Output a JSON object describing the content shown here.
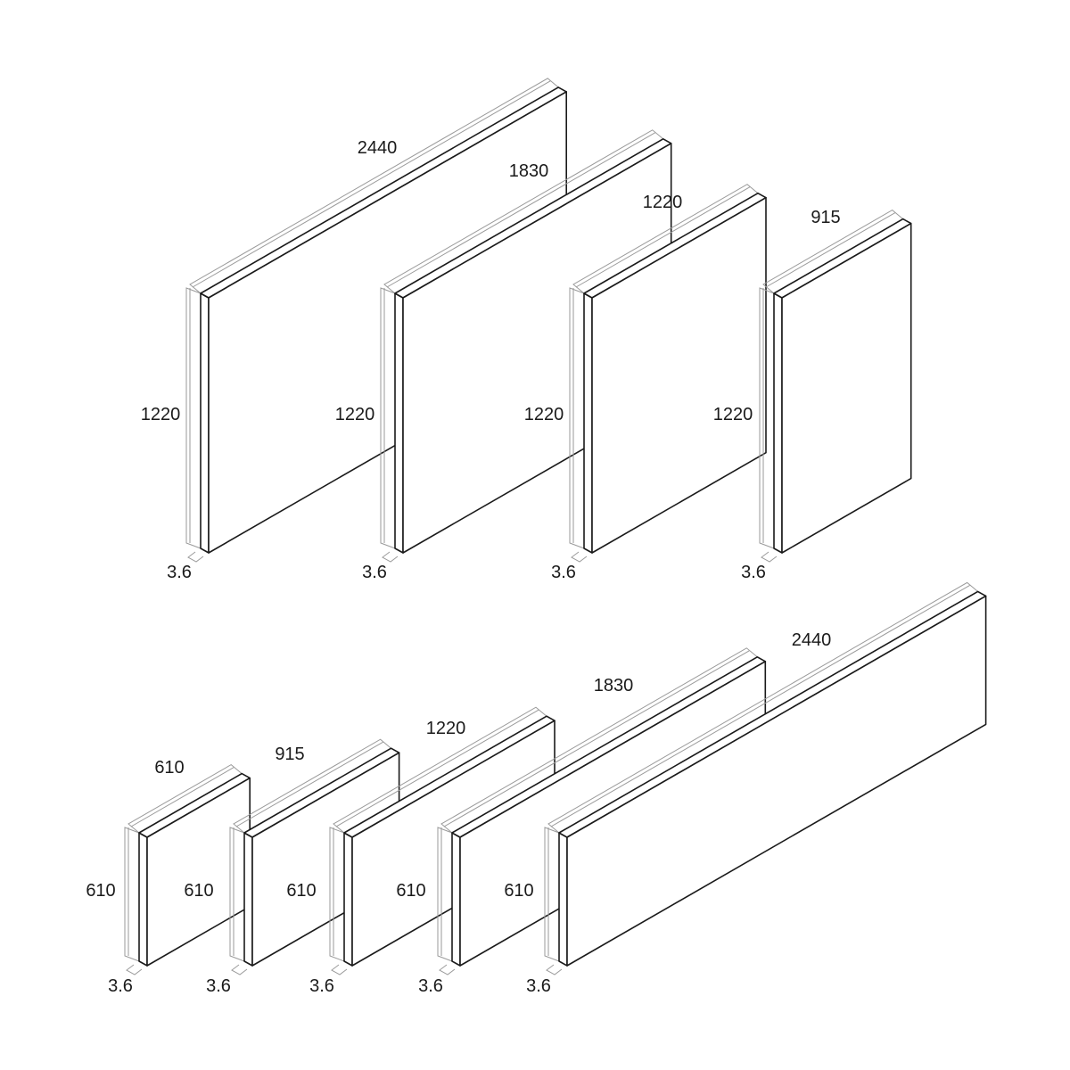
{
  "colors": {
    "background": "#ffffff",
    "panel_stroke": "#1a1a1a",
    "panel_fill": "#ffffff",
    "dimension_line": "#9a9a9a"
  },
  "panel_rows": [
    {
      "row": "top",
      "panels": [
        {
          "length": "2440",
          "height": "1220",
          "thickness": "3.6"
        },
        {
          "length": "1830",
          "height": "1220",
          "thickness": "3.6"
        },
        {
          "length": "1220",
          "height": "1220",
          "thickness": "3.6"
        },
        {
          "length": "915",
          "height": "1220",
          "thickness": "3.6"
        }
      ]
    },
    {
      "row": "bottom",
      "panels": [
        {
          "length": "610",
          "height": "610",
          "thickness": "3.6"
        },
        {
          "length": "915",
          "height": "610",
          "thickness": "3.6"
        },
        {
          "length": "1220",
          "height": "610",
          "thickness": "3.6"
        },
        {
          "length": "1830",
          "height": "610",
          "thickness": "3.6"
        },
        {
          "length": "2440",
          "height": "610",
          "thickness": "3.6"
        }
      ]
    }
  ]
}
